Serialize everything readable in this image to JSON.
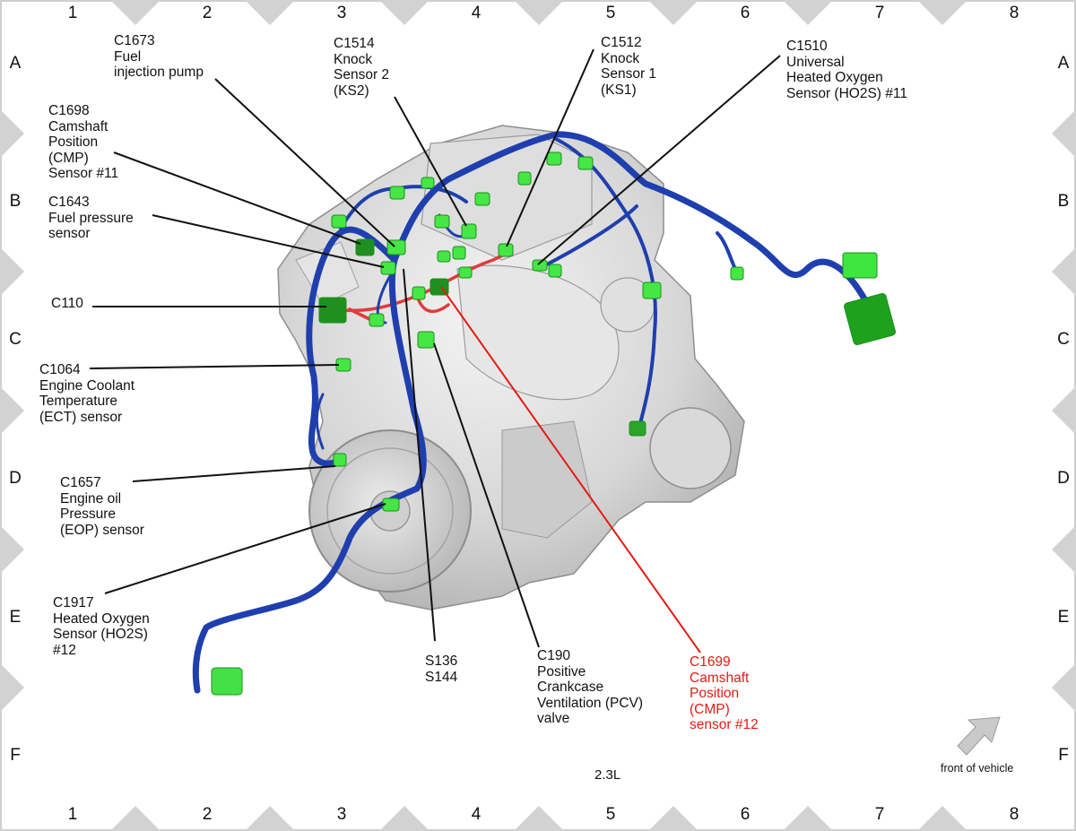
{
  "grid": {
    "columns": [
      "1",
      "2",
      "3",
      "4",
      "5",
      "6",
      "7",
      "8"
    ],
    "rows": [
      "A",
      "B",
      "C",
      "D",
      "E",
      "F"
    ]
  },
  "labels": [
    {
      "id": "c1673",
      "text": "C1673\nFuel\ninjection pump"
    },
    {
      "id": "c1514",
      "text": "C1514\nKnock\nSensor 2\n(KS2)"
    },
    {
      "id": "c1512",
      "text": "C1512\nKnock\nSensor 1\n(KS1)"
    },
    {
      "id": "c1510",
      "text": "C1510\nUniversal\nHeated Oxygen\nSensor (HO2S) #11"
    },
    {
      "id": "c1698",
      "text": "C1698\nCamshaft\nPosition\n(CMP)\nSensor #11"
    },
    {
      "id": "c1643",
      "text": "C1643\nFuel pressure\nsensor"
    },
    {
      "id": "c110",
      "text": "C110"
    },
    {
      "id": "c1064",
      "text": "C1064\nEngine Coolant\nTemperature\n(ECT) sensor"
    },
    {
      "id": "c1657",
      "text": "C1657\nEngine oil\nPressure\n(EOP) sensor"
    },
    {
      "id": "c1917",
      "text": "C1917\nHeated Oxygen\nSensor (HO2S)\n#12"
    },
    {
      "id": "s136",
      "text": "S136\nS144"
    },
    {
      "id": "c190",
      "text": "C190\nPositive\nCrankcase\nVentilation (PCV)\nvalve"
    },
    {
      "id": "c1699",
      "text": "C1699\nCamshaft\nPosition\n(CMP)\nsensor #12"
    }
  ],
  "caption": "2.3L",
  "orientation_note": "front of vehicle",
  "colors": {
    "leader": "#111111",
    "highlight": "#e41b13",
    "harness": "#1f3fae",
    "connector": "#3ee63e",
    "connector_dark": "#1a9a1a",
    "engine": "#d4d4d4",
    "frame_triangle": "#d2d2d2"
  },
  "icons": {
    "orientation": "front-arrow-icon"
  }
}
